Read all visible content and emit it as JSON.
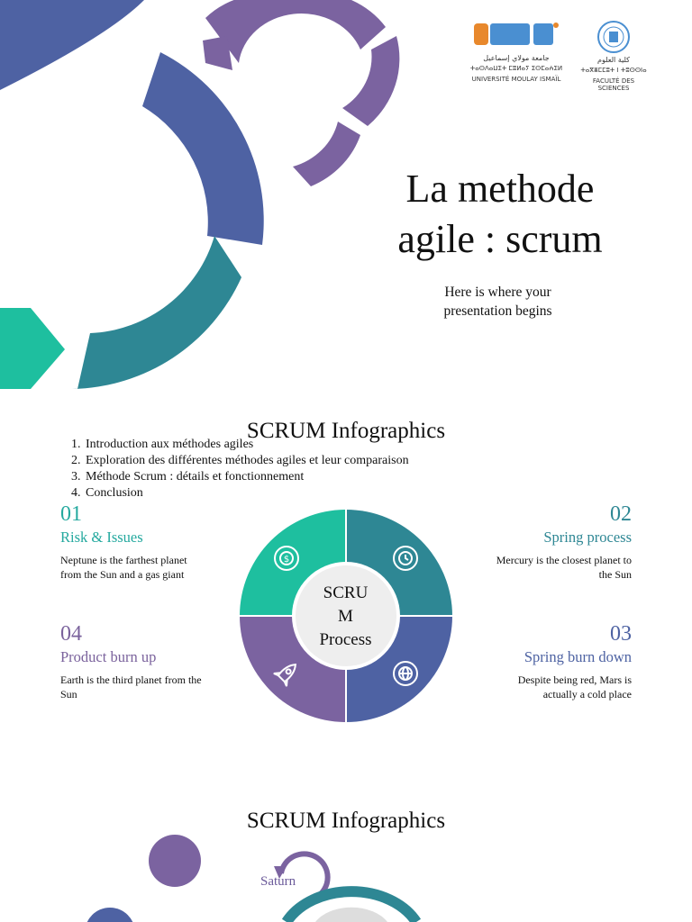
{
  "slide1": {
    "title_line1": "La methode",
    "title_line2": "agile : scrum",
    "subtitle_line1": "Here is where your",
    "subtitle_line2": "presentation begins",
    "logos": {
      "umi_wordmark": "umi",
      "umi_arabic": "جامعة مولاي إسماعيل",
      "umi_tifinagh": "ⵜⴰⵙⴷⴰⵡⵉⵜ ⵎⵓⵍⴰⵢ ⵉⵙⵎⴰⵄⵉⵍ",
      "umi_latin": "UNIVERSITÉ MOULAY ISMAÏL",
      "fs_arabic": "كلية العلوم",
      "fs_tifinagh": "ⵜⴰⴳⴻⵎⵎⵓⵜ ⵏ ⵜⵓⵙⵙⵏⴰ",
      "fs_latin": "FACULTÉ DES SCIENCES"
    }
  },
  "slide2": {
    "title": "SCRUM Infographics",
    "agenda": [
      "Introduction aux méthodes agiles",
      "Exploration des différentes méthodes agiles et leur comparaison",
      "Méthode Scrum : détails et fonctionnement",
      "Conclusion"
    ],
    "center_line1": "SCRU",
    "center_line2": "M",
    "center_line3": "Process",
    "items": [
      {
        "num": "01",
        "title": "Risk & Issues",
        "desc_line1": "Neptune is the farthest planet",
        "desc_line2": "from the Sun and a gas giant"
      },
      {
        "num": "02",
        "title": "Spring process",
        "desc_line1": "Mercury is the closest planet to",
        "desc_line2": "the Sun"
      },
      {
        "num": "03",
        "title": "Spring burn down",
        "desc_line1": "Despite being red, Mars is",
        "desc_line2": "actually a cold place"
      },
      {
        "num": "04",
        "title": "Product burn up",
        "desc_line1": "Earth is the third planet from the",
        "desc_line2": "Sun"
      }
    ],
    "icons": [
      "money-cycle-icon",
      "clock-cycle-icon",
      "globe-cycle-icon",
      "rocket-icon"
    ]
  },
  "slide3": {
    "title": "SCRUM Infographics",
    "label": "Saturn"
  },
  "colors": {
    "teal_green": "#1ebf9f",
    "teal": "#2e8794",
    "blue": "#4e62a3",
    "purple": "#7b63a0",
    "center_gray": "#eeeeee"
  }
}
